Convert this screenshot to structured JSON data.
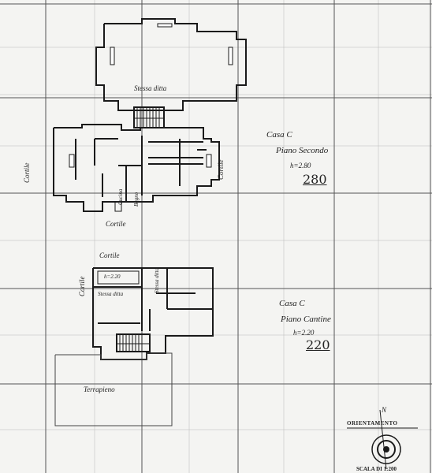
{
  "labels": {
    "stessa_ditta_top": "Stessa ditta",
    "casa_c_top": "Casa C",
    "piano_secondo": "Piano Secondo",
    "h_top": "h=2.80",
    "h_top_big": "280",
    "cortile_left": "Cortile",
    "cortile_right": "Cortile",
    "cortile_mid": "Cortile",
    "cucina": "Cucina",
    "bagno": "Bagno",
    "cortile_lower": "Cortile",
    "cortile_lower_left": "Cortile",
    "h_basement": "h=2.20",
    "stessa_ditta_left": "Stessa ditta",
    "stessa_ditta_right": "Stessa ditta",
    "casa_c_bottom": "Casa C",
    "piano_cantine": "Piano Cantine",
    "h_bottom": "h=2.20",
    "h_bottom_big": "220",
    "terrapieno": "Terrapieno",
    "north": "N",
    "orientamento": "ORIENTAMENTO",
    "scala": "SCALA DI 1:200"
  },
  "colors": {
    "ink": "#1a1a1a",
    "grid": "#8a8a8a",
    "paper": "#f4f4f2"
  }
}
